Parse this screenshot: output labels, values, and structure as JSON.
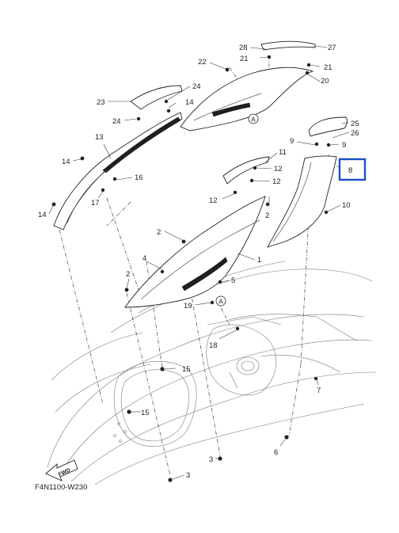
{
  "diagram_code": "F4N1100-W230",
  "fwd_label": "FWD",
  "reference_marker": "A",
  "highlight_color": "#1a4fc4",
  "highlighted_part": "8",
  "callouts": [
    "1",
    "2",
    "2",
    "2",
    "3",
    "3",
    "4",
    "5",
    "6",
    "7",
    "8",
    "9",
    "9",
    "10",
    "11",
    "12",
    "12",
    "12",
    "13",
    "14",
    "14",
    "14",
    "15",
    "15",
    "16",
    "17",
    "18",
    "19",
    "20",
    "21",
    "21",
    "22",
    "23",
    "24",
    "24",
    "25",
    "26",
    "27",
    "28"
  ]
}
